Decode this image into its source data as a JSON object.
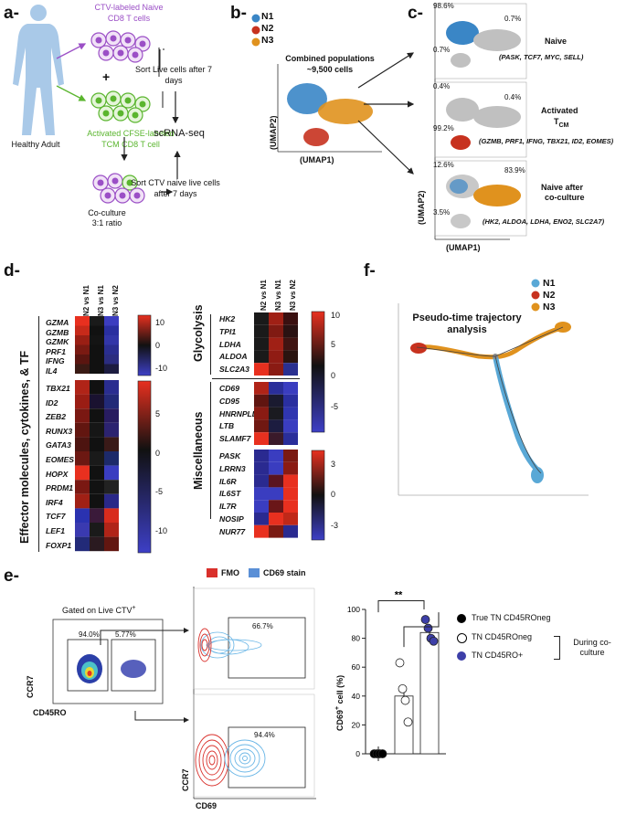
{
  "panel_a": {
    "label": "a-",
    "human_label": "Healthy Adult",
    "ctv_label": "CTV-labeled Naive CD8 T cells",
    "plus": "+",
    "cfse_label": "Activated CFSE-labeled TCM CD8 T cell",
    "sort_live": "Sort Live cells after 7 days",
    "scrna": "scRNA-seq",
    "coculture": "Co-culture 3:1 ratio",
    "sort_ctv": "Sort CTV naive live cells after 7 days",
    "colors": {
      "purple": "#9b4fc6",
      "green": "#5ab52e"
    }
  },
  "panel_b": {
    "label": "b-",
    "legend": [
      "N1",
      "N2",
      "N3"
    ],
    "combined": "Combined populations ~9,500 cells",
    "xaxis": "(UMAP1)",
    "yaxis": "(UMAP2)",
    "colors": {
      "N1": "#3a86c6",
      "N2": "#c7321f",
      "N3": "#e0921e"
    }
  },
  "panel_c": {
    "label": "c-",
    "xaxis": "(UMAP1)",
    "yaxis": "(UMAP2)",
    "rows": [
      {
        "pct_a": "98.6%",
        "pct_b": "0.7%",
        "pct_c": "0.7%",
        "title": "Naive",
        "genes": "(PASK, TCF7, MYC, SELL)"
      },
      {
        "pct_a": "0.4%",
        "pct_b": "0.4%",
        "pct_c": "99.2%",
        "title": "Activated",
        "title2": "T",
        "title2_sub": "CM",
        "genes": "(GZMB, PRF1, IFNG, TBX21, ID2, EOMES)"
      },
      {
        "pct_a": "12.6%",
        "pct_b": "83.9%",
        "pct_c": "3.5%",
        "title": "Naive after",
        "title2": "co-culture",
        "genes": "(HK2, ALDOA, LDHA, ENO2, SLC2A7)"
      }
    ]
  },
  "panel_d": {
    "label": "d-",
    "columns": [
      "N2 vs N1",
      "N3 vs N1",
      "N3 vs N2"
    ],
    "left_group_label": "Effector molecules, cytokines, & TF",
    "left_block1": {
      "genes": [
        "GZMA",
        "GZMB",
        "GZMK",
        "PRF1",
        "IFNG",
        "IL4"
      ],
      "scale": [
        "10",
        "0",
        "-10"
      ]
    },
    "left_block2": {
      "genes": [
        "TBX21",
        "ID2",
        "ZEB2",
        "RUNX3",
        "GATA3",
        "EOMES",
        "HOPX",
        "PRDM1",
        "IRF4",
        "TCF7",
        "LEF1",
        "FOXP1"
      ],
      "scale": [
        "5",
        "0",
        "-5",
        "-10"
      ]
    },
    "right_block1": {
      "group": "Glycolysis",
      "genes": [
        "HK2",
        "TPI1",
        "LDHA",
        "ALDOA",
        "SLC2A3"
      ]
    },
    "right_block2": {
      "group": "Miscellaneous",
      "genes": [
        "CD69",
        "CD95",
        "HNRNPLL",
        "LTB",
        "SLAMF7"
      ]
    },
    "right_block3": {
      "genes": [
        "PASK",
        "LRRN3",
        "IL6R",
        "IL6ST",
        "IL7R",
        "NOSIP",
        "NUR77"
      ],
      "scale": [
        "3",
        "0",
        "-3"
      ]
    },
    "right_scale": [
      "10",
      "5",
      "0",
      "-5"
    ]
  },
  "panel_e": {
    "label": "e-",
    "gated": "Gated on Live CTV",
    "gated_sup": "+",
    "gate_pcts": [
      "94.0%",
      "5.77%"
    ],
    "x1": "CD45RO",
    "y1": "CCR7",
    "legend": [
      "FMO",
      "CD69 stain"
    ],
    "contour_pcts": [
      "66.7%",
      "94.4%"
    ],
    "x2": "CD69",
    "y2": "CCR7",
    "bar_ylabel": "CD69",
    "bar_ylabel_sup": "+",
    "bar_ylabel_tail": " cell (%)",
    "significance": "**",
    "bar_legend": [
      "True TN CD45ROneg",
      "TN CD45ROneg",
      "TN CD45RO+"
    ],
    "during": "During co-culture",
    "colors": {
      "fmo": "#d9302b",
      "cd69": "#5a8fd6",
      "tn45ro": "#3d3fa8"
    }
  },
  "panel_f": {
    "label": "f-",
    "title": "Pseudo-time trajectory analysis",
    "legend": [
      "N1",
      "N2",
      "N3"
    ]
  },
  "chart_data": {
    "type": "bar",
    "categories": [
      "True TN CD45ROneg",
      "TN CD45ROneg",
      "TN CD45RO+"
    ],
    "values": [
      0,
      40,
      84
    ],
    "points": [
      [
        0,
        0,
        0,
        0
      ],
      [
        63,
        45,
        37,
        22
      ],
      [
        93,
        87,
        80,
        78
      ]
    ],
    "ylabel": "CD69+ cell (%)",
    "ylim": [
      0,
      100
    ],
    "yticks": [
      0,
      20,
      40,
      60,
      80,
      100
    ]
  }
}
